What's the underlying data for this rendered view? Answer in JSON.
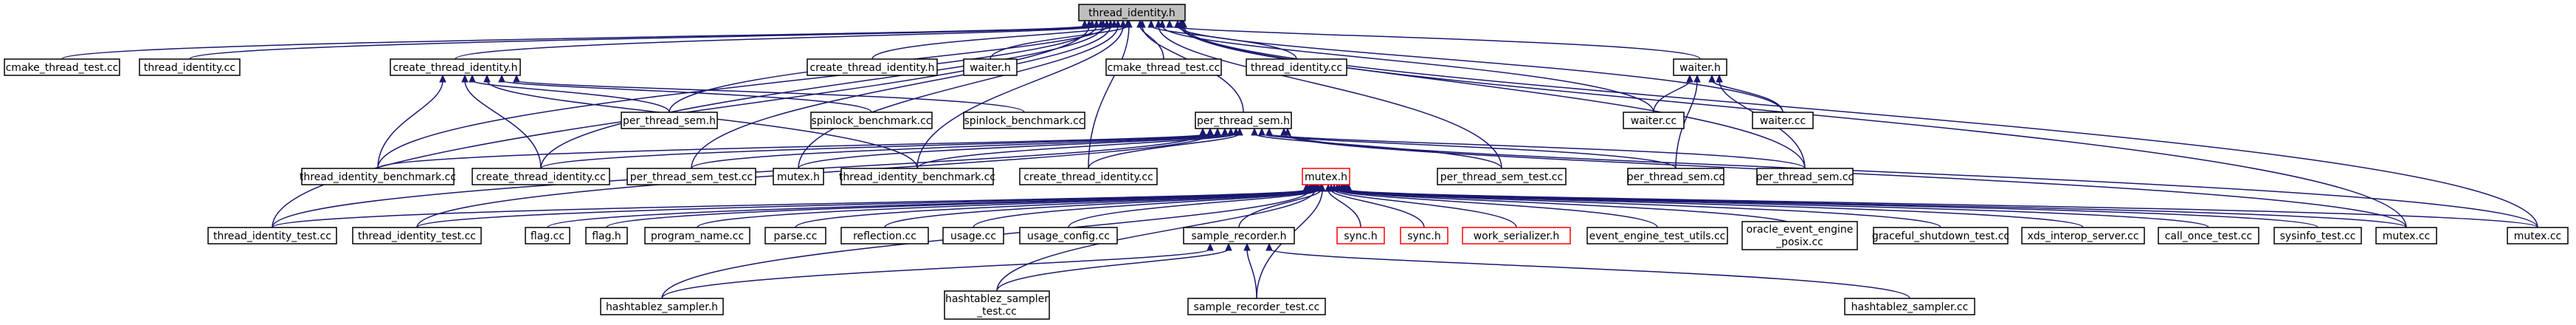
{
  "graph": {
    "nodes": {
      "thread_identity_h": "thread_identity.h",
      "cmake_thread_test_a": "cmake_thread_test.cc",
      "thread_identity_cc_a": "thread_identity.cc",
      "create_thread_identity_h": "create_thread_identity.h",
      "create_thread_identity_h_box": "create_thread_identity.h",
      "waiter_h_a": "waiter.h",
      "cmake_thread_test_b": "cmake_thread_test.cc",
      "thread_identity_cc_b": "thread_identity.cc",
      "waiter_h": "waiter.h",
      "per_thread_sem_h_a": "per_thread_sem.h",
      "spinlock_benchmark_a": "spinlock_benchmark.cc",
      "spinlock_benchmark_b": "spinlock_benchmark.cc",
      "per_thread_sem_h": "per_thread_sem.h",
      "waiter_cc_a": "waiter.cc",
      "waiter_cc_b": "waiter.cc",
      "thread_identity_benchmark_a": "thread_identity_benchmark.cc",
      "create_thread_identity_cc_a": "create_thread_identity.cc",
      "per_thread_sem_test_a": "per_thread_sem_test.cc",
      "mutex_h_a": "mutex.h",
      "thread_identity_benchmark_b": "thread_identity_benchmark.cc",
      "create_thread_identity_cc_b": "create_thread_identity.cc",
      "per_thread_sem_test_b": "per_thread_sem_test.cc",
      "per_thread_sem_cc_a": "per_thread_sem.cc",
      "per_thread_sem_cc_b": "per_thread_sem.cc",
      "mutex_h": "mutex.h",
      "thread_identity_test_a": "thread_identity_test.cc",
      "thread_identity_test_b": "thread_identity_test.cc",
      "flag_cc": "flag.cc",
      "flag_h": "flag.h",
      "program_name_cc": "program_name.cc",
      "parse_cc": "parse.cc",
      "reflection_cc": "reflection.cc",
      "usage_cc": "usage.cc",
      "usage_config_cc": "usage_config.cc",
      "sample_recorder_h": "sample_recorder.h",
      "sync_h_a": "sync.h",
      "sync_h_b": "sync.h",
      "work_serializer_h": "work_serializer.h",
      "event_engine_test_utils": "event_engine_test_utils.cc",
      "oracle_event_engine_1": "oracle_event_engine",
      "oracle_event_engine_2": "_posix.cc",
      "graceful_shutdown_test": "graceful_shutdown_test.cc",
      "xds_interop_server": "xds_interop_server.cc",
      "call_once_test": "call_once_test.cc",
      "sysinfo_test": "sysinfo_test.cc",
      "mutex_cc_a": "mutex.cc",
      "mutex_cc_b": "mutex.cc",
      "hashtablez_sampler_h": "hashtablez_sampler.h",
      "hashtablez_sampler_test_1": "hashtablez_sampler",
      "hashtablez_sampler_test_2": "_test.cc",
      "sample_recorder_test": "sample_recorder_test.cc",
      "hashtablez_sampler_cc": "hashtablez_sampler.cc"
    },
    "colors": {
      "edge": "#191970",
      "root_fill": "#bfbfbf",
      "missing_border": "#ff0000",
      "node_border": "#000000"
    }
  }
}
